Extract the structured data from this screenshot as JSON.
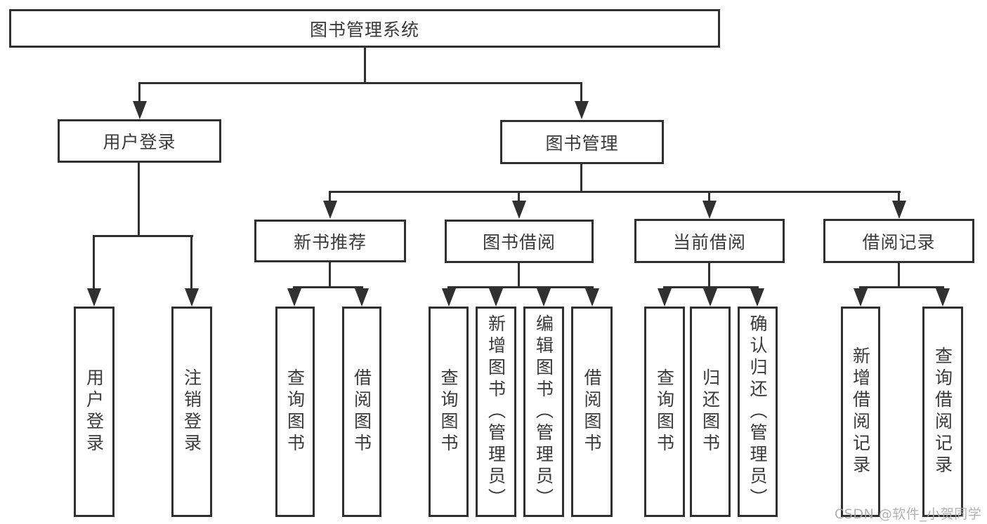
{
  "nodes": {
    "root": "图书管理系统",
    "user_login": "用户登录",
    "book_mgmt": "图书管理",
    "new_book_rec": "新书推荐",
    "book_borrow": "图书借阅",
    "current_borrow": "当前借阅",
    "borrow_record": "借阅记录",
    "ul_login": "用户登录",
    "ul_logout": "注销登录",
    "nb_query": "查询图书",
    "nb_borrow": "借阅图书",
    "bb_query": "查询图书",
    "bb_add": "新增图书（管理员）",
    "bb_edit": "编辑图书（管理员）",
    "bb_borrow": "借阅图书",
    "cb_query": "查询图书",
    "cb_return": "归还图书",
    "cb_confirm": "确认归还（管理员）",
    "br_add": "新增借阅记录",
    "br_query": "查询借阅记录"
  },
  "hierarchy": [
    {
      "parent": "图书管理系统",
      "children": [
        "用户登录",
        "图书管理"
      ]
    },
    {
      "parent": "用户登录",
      "children": [
        "用户登录",
        "注销登录"
      ]
    },
    {
      "parent": "图书管理",
      "children": [
        "新书推荐",
        "图书借阅",
        "当前借阅",
        "借阅记录"
      ]
    },
    {
      "parent": "新书推荐",
      "children": [
        "查询图书",
        "借阅图书"
      ]
    },
    {
      "parent": "图书借阅",
      "children": [
        "查询图书",
        "新增图书（管理员）",
        "编辑图书（管理员）",
        "借阅图书"
      ]
    },
    {
      "parent": "当前借阅",
      "children": [
        "查询图书",
        "归还图书",
        "确认归还（管理员）"
      ]
    },
    {
      "parent": "借阅记录",
      "children": [
        "新增借阅记录",
        "查询借阅记录"
      ]
    }
  ],
  "watermark": "CSDN @软件_小贺同学",
  "colors": {
    "line": "#303030",
    "text": "#3a3a3a",
    "background": "#ffffff",
    "watermark": "#aaaaaa"
  }
}
